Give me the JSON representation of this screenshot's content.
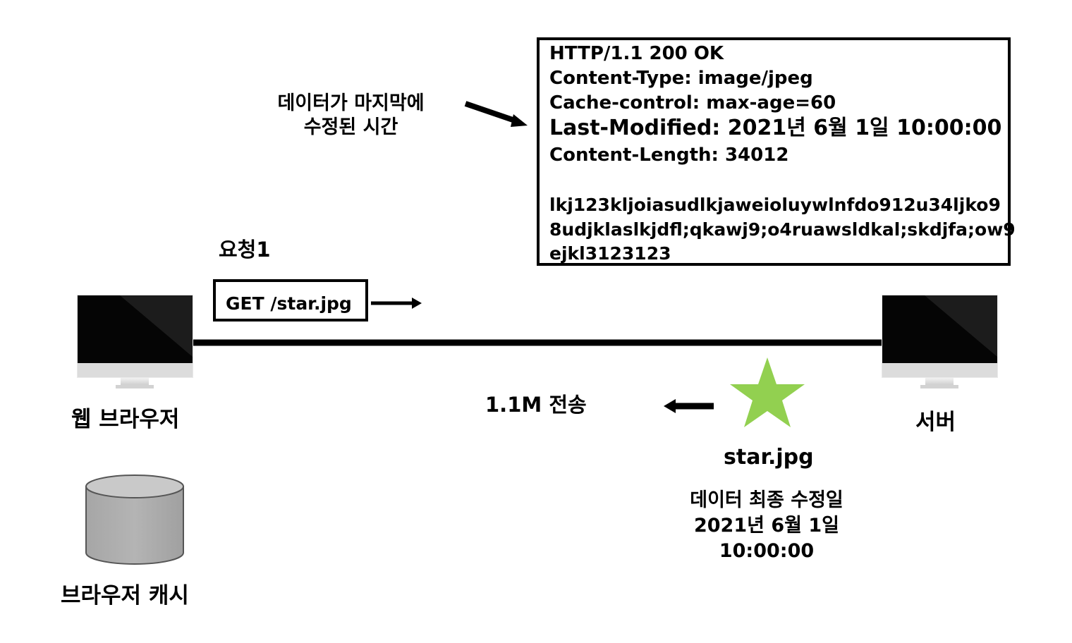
{
  "response": {
    "lines": [
      "HTTP/1.1 200 OK",
      "Content-Type: image/jpeg",
      "Cache-control: max-age=60",
      "Last-Modified: 2021년 6월 1일 10:00:00",
      "Content-Length: 34012",
      "lkj123kljoiasudlkjaweioluywlnfdo912u34ljko9",
      "8udjklaslkjdfl;qkawj9;o4ruawsldkal;skdjfa;ow9",
      "ejkl3123123"
    ]
  },
  "annotation": {
    "line1": "데이터가 마지막에",
    "line2": "수정된 시간"
  },
  "request": {
    "title": "요청1",
    "text": "GET /star.jpg"
  },
  "client": {
    "label": "웹 브라우저",
    "cache_label": "브라우저 캐시"
  },
  "server": {
    "label": "서버"
  },
  "transfer": {
    "label": "1.1M 전송"
  },
  "file": {
    "name": "star.jpg",
    "modified_line1": "데이터 최종 수정일",
    "modified_line2": "2021년 6월 1일",
    "modified_line3": "10:00:00",
    "star_color": "#92D050"
  }
}
